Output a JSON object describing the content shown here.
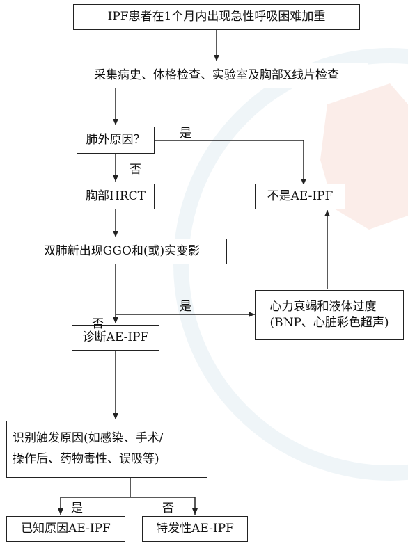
{
  "nodes": {
    "n1": "IPF患者在1个月内出现急性呼吸困难加重",
    "n2": "采集病史、体格检查、实验室及胸部X线片检查",
    "n3": "肺外原因？",
    "n4": "胸部HRCT",
    "n5": "双肺新出现GGO和(或)实变影",
    "n6": "诊断AE-IPF",
    "n7_line1": "识别触发原因(如感染、手术/",
    "n7_line2": "操作后、药物毒性、误吸等)",
    "n8": "已知原因AE-IPF",
    "n9": "特发性AE-IPF",
    "n10": "不是AE-IPF",
    "n11_line1": "心力衰竭和液体过度",
    "n11_line2": "(BNP、心脏彩色超声)"
  },
  "edge_labels": {
    "yes_1": "是",
    "no_1": "否",
    "yes_2": "是",
    "no_2": "否",
    "yes_3": "是",
    "no_3": "否"
  },
  "colors": {
    "line": "#222222",
    "watermark": "#4b8bb0",
    "watermark_accent": "#d9532b"
  }
}
